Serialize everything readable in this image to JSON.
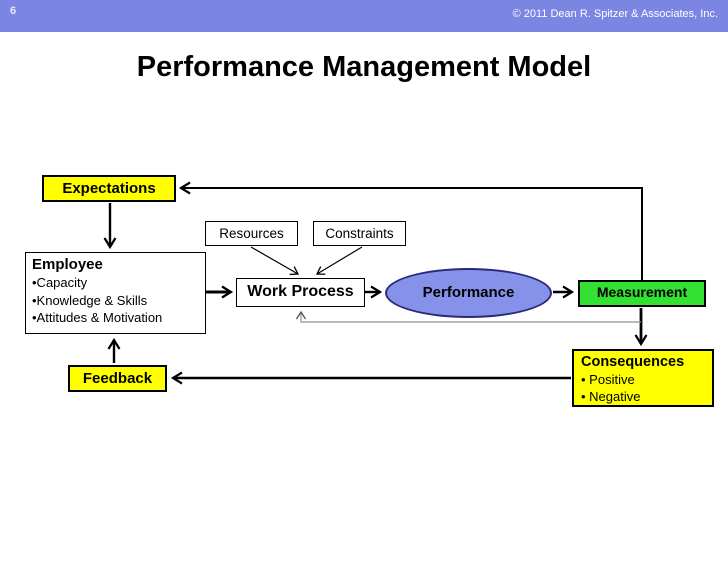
{
  "slide": {
    "page_number": "6",
    "copyright": "© 2011 Dean R. Spitzer & Associates, Inc.",
    "title": "Performance Management Model"
  },
  "colors": {
    "header_bg": "#7B86E2",
    "box_yellow": "#FFFF00",
    "box_green": "#33E133",
    "ellipse_fill": "#8692EA",
    "ellipse_border": "#2A2A78"
  },
  "diagram": {
    "expectations": {
      "label": "Expectations"
    },
    "resources": {
      "label": "Resources"
    },
    "constraints": {
      "label": "Constraints"
    },
    "employee": {
      "title": "Employee",
      "bullets": [
        "•Capacity",
        "•Knowledge & Skills",
        "•Attitudes & Motivation"
      ]
    },
    "work_process": {
      "label": "Work Process"
    },
    "performance": {
      "label": "Performance"
    },
    "measurement": {
      "label": "Measurement"
    },
    "consequences": {
      "title": "Consequences",
      "bullets": [
        "• Positive",
        "• Negative"
      ]
    },
    "feedback": {
      "label": "Feedback"
    }
  }
}
